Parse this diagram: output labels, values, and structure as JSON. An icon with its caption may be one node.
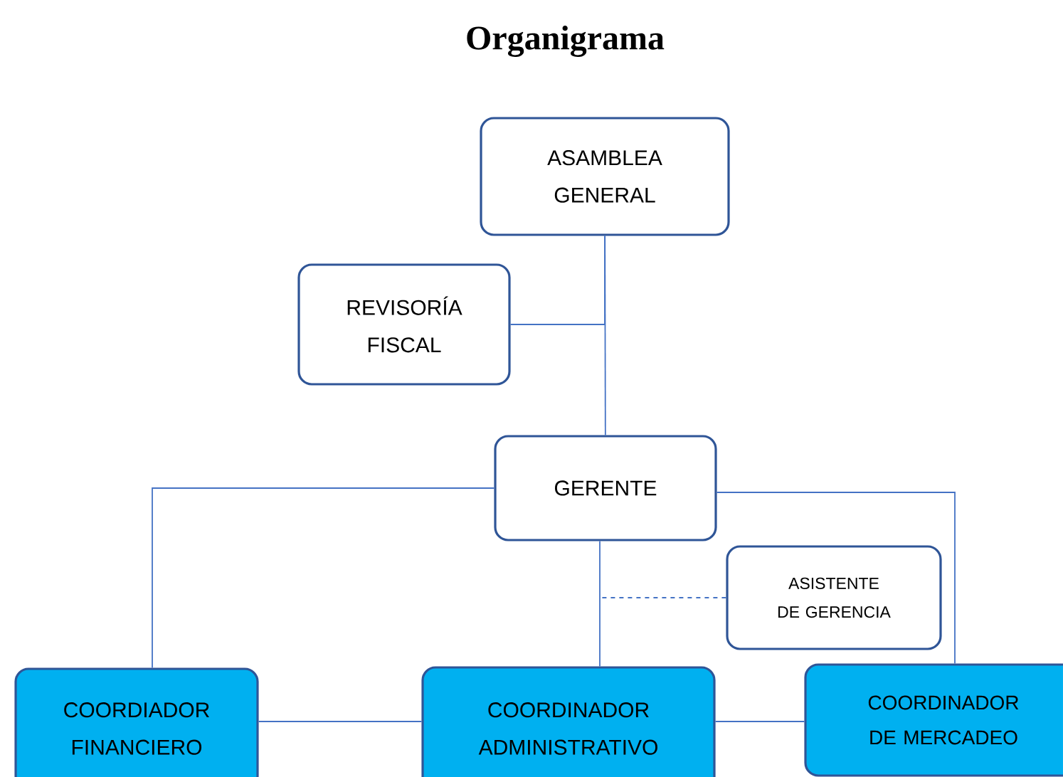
{
  "diagram": {
    "title": "Organigrama",
    "nodes": [
      {
        "text": [
          "ASAMBLEA GENERAL"
        ]
      },
      {
        "text": [
          "REVISORÍA FISCAL"
        ]
      },
      {
        "text": [
          "GERENTE"
        ]
      },
      {
        "text": [
          "ASISTENTE DE GERENCIA"
        ]
      },
      {
        "text": [
          "COORDIADOR FINANCIERO"
        ]
      },
      {
        "text": [
          "COORDINADOR ADMINISTRATIVO"
        ]
      },
      {
        "text": [
          "COORDINADOR DE MERCADEO"
        ]
      }
    ],
    "edges": [
      {
        "from": 0,
        "to": 2,
        "arrow": "none"
      },
      {
        "from": 1,
        "to": 0,
        "arrow": "none"
      },
      {
        "from": 2,
        "to": 4,
        "arrow": "none"
      },
      {
        "from": 2,
        "to": 5,
        "arrow": "none"
      },
      {
        "from": 2,
        "to": 6,
        "arrow": "none"
      },
      {
        "from": 3,
        "to": 2,
        "arrow": "none",
        "style": "dashed"
      },
      {
        "from": 4,
        "to": 5,
        "arrow": "none"
      },
      {
        "from": 5,
        "to": 6,
        "arrow": "none"
      }
    ]
  }
}
